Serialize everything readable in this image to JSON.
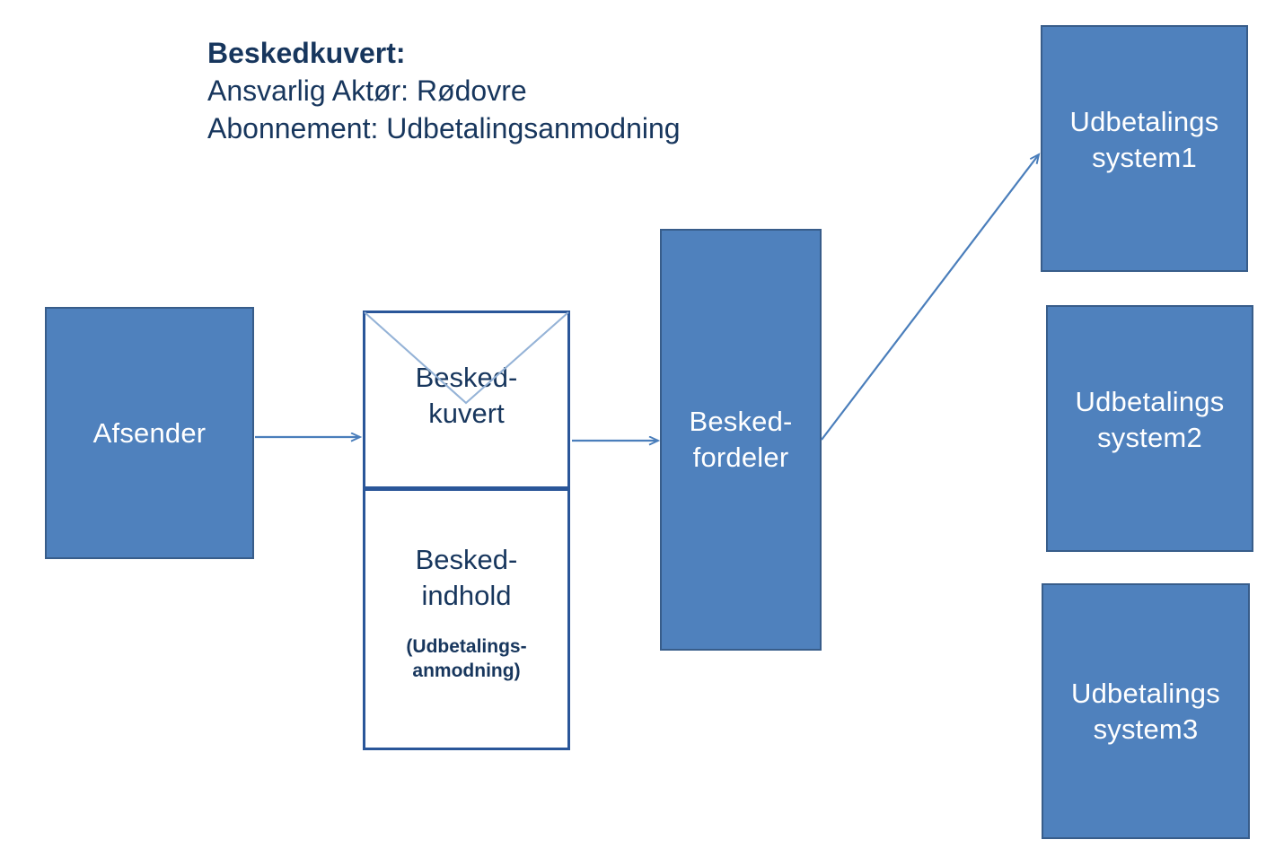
{
  "diagram": {
    "title_block": {
      "title": "Beskedkuvert:",
      "line1": "Ansvarlig Aktør: Rødovre",
      "line2": "Abonnement: Udbetalingsanmodning"
    },
    "nodes": {
      "sender": {
        "label": "Afsender"
      },
      "envelope_header": {
        "label": "Besked-\nkuvert"
      },
      "envelope_body": {
        "label": "Besked-\nindhold",
        "sublabel": "(Udbetalings-\nanmodning)"
      },
      "distributor": {
        "label": "Besked-\nfordeler"
      },
      "system1": {
        "label": "Udbetalings\nsystem1"
      },
      "system2": {
        "label": "Udbetalings\nsystem2"
      },
      "system3": {
        "label": "Udbetalings\nsystem3"
      }
    },
    "colors": {
      "box_fill": "#4f81bd",
      "box_border": "#385d8a",
      "box_text": "#ffffff",
      "envelope_border": "#2a5699",
      "annotation_text": "#17365d",
      "connector": "#4a7ebb",
      "flap": "#95b3d7",
      "background": "#ffffff"
    },
    "connectors": [
      {
        "name": "sender-to-envelope",
        "from": "Afsender",
        "to": "Besked-kuvert"
      },
      {
        "name": "envelope-to-distributor",
        "from": "Besked-kuvert",
        "to": "Besked-fordeler"
      },
      {
        "name": "distributor-to-system1",
        "from": "Besked-fordeler",
        "to": "Udbetalingssystem1"
      }
    ]
  }
}
